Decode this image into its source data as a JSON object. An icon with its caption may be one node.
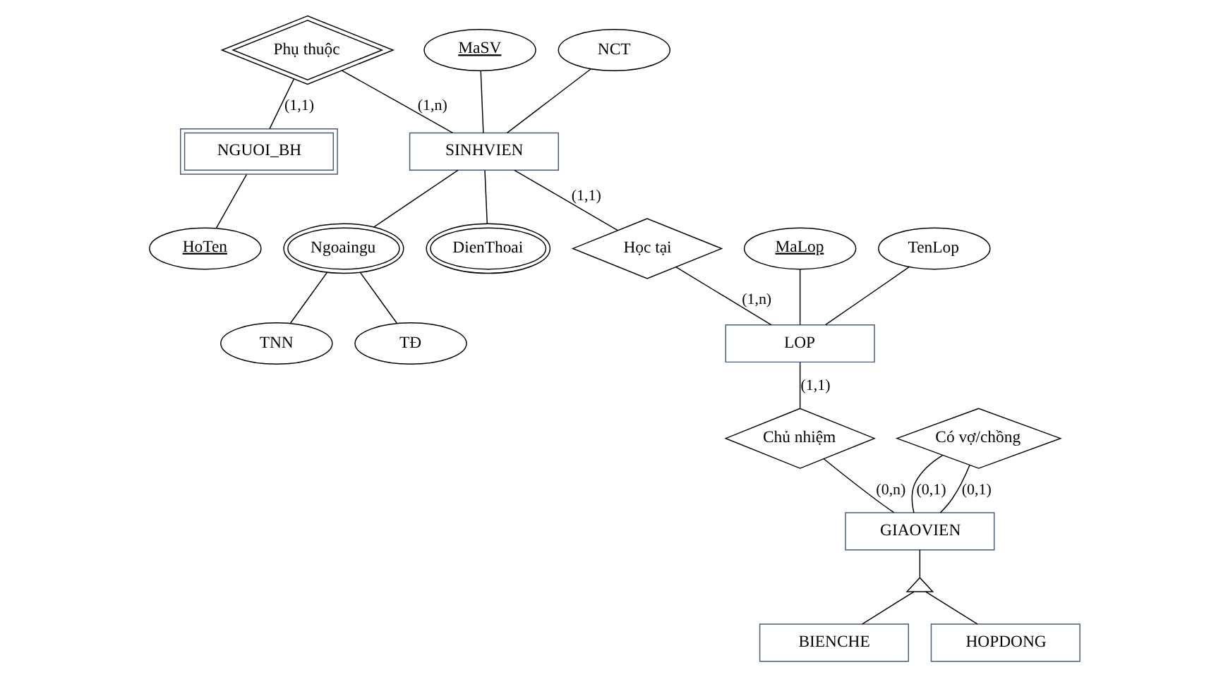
{
  "diagram": {
    "nodes": [
      {
        "text": [
          "Phụ thuộc"
        ]
      },
      {
        "text": [
          "NGUOI_BH"
        ]
      },
      {
        "text": [
          "HoTen"
        ]
      },
      {
        "text": [
          "MaSV"
        ]
      },
      {
        "text": [
          "NCT"
        ]
      },
      {
        "text": [
          "SINHVIEN"
        ]
      },
      {
        "text": [
          "Học tại"
        ]
      },
      {
        "text": [
          "MaLop"
        ]
      },
      {
        "text": [
          "TenLop"
        ]
      },
      {
        "text": [
          "LOP"
        ]
      },
      {
        "text": [
          "Ngoaingu"
        ]
      },
      {
        "text": [
          "DienThoai"
        ]
      },
      {
        "text": [
          "Chủ nhiệm"
        ]
      },
      {
        "text": [
          "TNN"
        ]
      },
      {
        "text": [
          "TĐ"
        ]
      },
      {
        "text": [
          "Có vợ/chồng"
        ]
      },
      {
        "text": [
          "GIAOVIEN"
        ]
      },
      {
        "text": [],
        "shape": "triangle"
      },
      {
        "text": [
          "BIENCHE"
        ]
      },
      {
        "text": [
          "HOPDONG"
        ]
      }
    ],
    "edges": [
      {
        "from": 0,
        "to": 1,
        "arrow": "none",
        "label": "(1,1)"
      },
      {
        "from": 1,
        "to": 2,
        "arrow": "none"
      },
      {
        "from": 0,
        "to": 5,
        "arrow": "none",
        "label": "(1,n)"
      },
      {
        "from": 3,
        "to": 5,
        "arrow": "none"
      },
      {
        "from": 4,
        "to": 5,
        "arrow": "none"
      },
      {
        "from": 5,
        "to": 6,
        "arrow": "none",
        "label": "(1,1)"
      },
      {
        "from": 6,
        "to": 9,
        "arrow": "none",
        "label": "(1,n)"
      },
      {
        "from": 7,
        "to": 9,
        "arrow": "none"
      },
      {
        "from": 8,
        "to": 9,
        "arrow": "none"
      },
      {
        "from": 5,
        "to": 10,
        "arrow": "none"
      },
      {
        "from": 5,
        "to": 11,
        "arrow": "none"
      },
      {
        "from": 9,
        "to": 12,
        "arrow": "none",
        "label": "(1,1)"
      },
      {
        "from": 10,
        "to": 13,
        "arrow": "none"
      },
      {
        "from": 10,
        "to": 14,
        "arrow": "none"
      },
      {
        "from": 12,
        "to": 16,
        "arrow": "none",
        "label": "(0,n)"
      },
      {
        "from": 15,
        "to": 16,
        "arrow": "none",
        "label": "(0,1)"
      },
      {
        "from": 15,
        "to": 16,
        "arrow": "none",
        "label": "(0,1)"
      },
      {
        "from": 16,
        "to": 17,
        "arrow": "none"
      },
      {
        "from": 17,
        "to": 18,
        "arrow": "none"
      },
      {
        "from": 17,
        "to": 19,
        "arrow": "none"
      }
    ]
  }
}
